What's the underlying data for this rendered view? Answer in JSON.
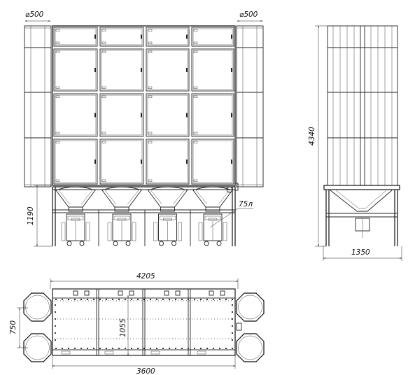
{
  "dimensions": {
    "front_left_diameter": "⌀500",
    "front_right_diameter": "⌀500",
    "front_height_lower": "1190",
    "front_bin_volume": "75л",
    "side_total_height": "4340",
    "side_depth": "1350",
    "plan_total_width": "4205",
    "plan_inner_width": "3600",
    "plan_depth": "750",
    "plan_inner_depth": "1055"
  }
}
